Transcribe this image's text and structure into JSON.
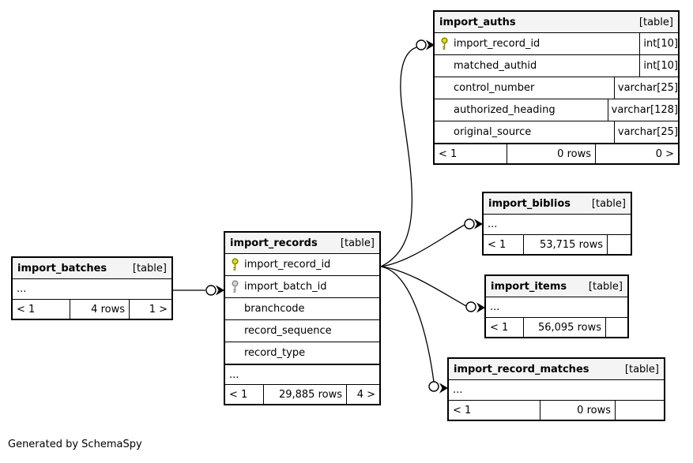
{
  "diagram": {
    "generated_note": "Generated by SchemaSpy"
  },
  "colors": {
    "primary_key_icon": "#e0e000",
    "foreign_key_icon": "#d4d4d4",
    "table_header_bg": "#f4f4f4",
    "border": "#000000"
  },
  "tables": {
    "import_auths": {
      "title": "import_auths",
      "badge": "[table]",
      "columns": [
        {
          "name": "import_record_id",
          "type": "int[10]",
          "key": "primary"
        },
        {
          "name": "matched_authid",
          "type": "int[10]",
          "key": ""
        },
        {
          "name": "control_number",
          "type": "varchar[25]",
          "key": ""
        },
        {
          "name": "authorized_heading",
          "type": "varchar[128]",
          "key": ""
        },
        {
          "name": "original_source",
          "type": "varchar[25]",
          "key": ""
        }
      ],
      "footer": {
        "left": "< 1",
        "middle": "0 rows",
        "right": "0 >"
      }
    },
    "import_biblios": {
      "title": "import_biblios",
      "badge": "[table]",
      "ellipsis": "...",
      "footer": {
        "left": "< 1",
        "middle": "53,715 rows",
        "right": ""
      }
    },
    "import_items": {
      "title": "import_items",
      "badge": "[table]",
      "ellipsis": "...",
      "footer": {
        "left": "< 1",
        "middle": "56,095 rows",
        "right": ""
      }
    },
    "import_record_matches": {
      "title": "import_record_matches",
      "badge": "[table]",
      "ellipsis": "...",
      "footer": {
        "left": "< 1",
        "middle": "0 rows",
        "right": ""
      }
    },
    "import_records": {
      "title": "import_records",
      "badge": "[table]",
      "columns": [
        {
          "name": "import_record_id",
          "key": "primary"
        },
        {
          "name": "import_batch_id",
          "key": "foreign"
        },
        {
          "name": "branchcode",
          "key": ""
        },
        {
          "name": "record_sequence",
          "key": ""
        },
        {
          "name": "record_type",
          "key": ""
        }
      ],
      "ellipsis": "...",
      "footer": {
        "left": "< 1",
        "middle": "29,885 rows",
        "right": "4 >"
      }
    },
    "import_batches": {
      "title": "import_batches",
      "badge": "[table]",
      "ellipsis": "...",
      "footer": {
        "left": "< 1",
        "middle": "4 rows",
        "right": "1 >"
      }
    }
  }
}
